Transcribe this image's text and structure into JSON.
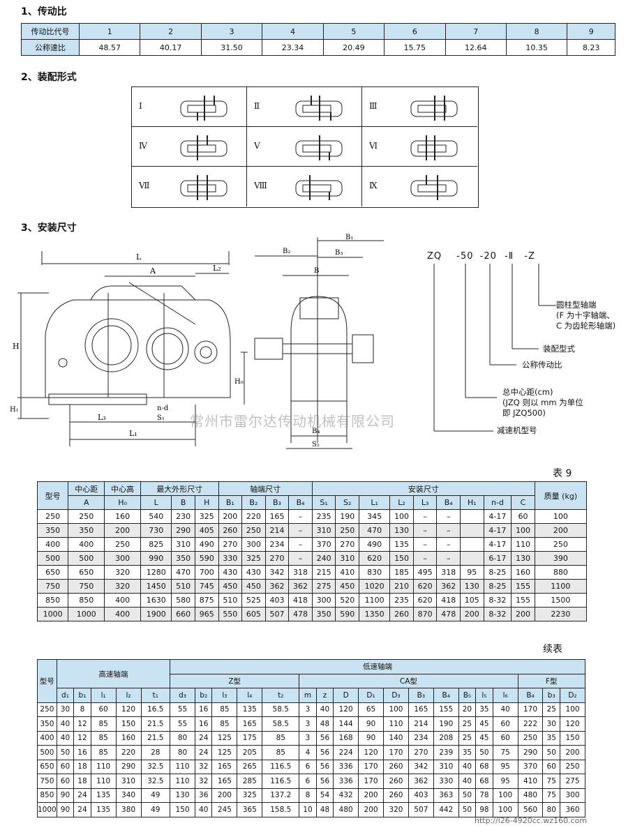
{
  "section1": {
    "title": "1、传动比",
    "row1_label": "传动比代号",
    "row2_label": "公称速比",
    "codes": [
      "1",
      "2",
      "3",
      "4",
      "5",
      "6",
      "7",
      "8",
      "9"
    ],
    "ratios": [
      "48.57",
      "40.17",
      "31.50",
      "23.34",
      "20.49",
      "15.75",
      "12.64",
      "10.35",
      "8.23"
    ]
  },
  "section2": {
    "title": "2、装配形式",
    "forms": [
      "Ⅰ",
      "Ⅱ",
      "Ⅲ",
      "Ⅳ",
      "Ⅴ",
      "Ⅵ",
      "Ⅶ",
      "Ⅷ",
      "Ⅸ"
    ]
  },
  "section3": {
    "title": "3、安装尺寸",
    "dim_labels": {
      "L": "L",
      "A": "A",
      "L2": "L₂",
      "H": "H",
      "H0": "H₀",
      "H1": "H₁",
      "L3": "L₃",
      "S1": "S₁",
      "nd": "n-d",
      "L1": "L₁",
      "B2": "B₂",
      "B1": "B₁",
      "B3": "B₃",
      "B": "B",
      "B4": "B₄",
      "S2": "S₂"
    },
    "model_code": {
      "parts": [
        "ZQ",
        "-50",
        "-20",
        "-Ⅱ",
        "-Z"
      ],
      "notes": [
        "圆柱型轴端",
        "(F 为十字轴端、",
        "C 为齿轮形轴端)",
        "装配型式",
        "公称传动比",
        "总中心距(cm)",
        "(JZQ 则以 mm 为单位",
        "即 JZQ500)",
        "减速机型号"
      ]
    }
  },
  "watermark": "常州市雷尔达传动机械有限公司",
  "table9": {
    "caption": "表 9",
    "group_headers": [
      "型号",
      "中心距",
      "中心高",
      "最大外形尺寸",
      "轴端尺寸",
      "安装尺寸",
      "质量 (kg)"
    ],
    "sub_headers": [
      "A",
      "H₀",
      "L",
      "B",
      "H",
      "B₁",
      "B₂",
      "B₃",
      "B₄",
      "S₁",
      "S₂",
      "L₁",
      "L₂",
      "L₃",
      "B₄",
      "H₁",
      "n-d",
      "C"
    ],
    "rows": [
      [
        "250",
        "250",
        "160",
        "540",
        "230",
        "325",
        "200",
        "220",
        "165",
        "–",
        "235",
        "190",
        "345",
        "100",
        "–",
        "–",
        "",
        "4-17",
        "60",
        "100"
      ],
      [
        "350",
        "350",
        "200",
        "730",
        "290",
        "405",
        "260",
        "250",
        "214",
        "–",
        "310",
        "250",
        "470",
        "130",
        "–",
        "–",
        "",
        "4-17",
        "100",
        "200"
      ],
      [
        "400",
        "400",
        "250",
        "825",
        "310",
        "490",
        "270",
        "300",
        "234",
        "–",
        "370",
        "270",
        "490",
        "135",
        "–",
        "–",
        "",
        "4-17",
        "110",
        "250"
      ],
      [
        "500",
        "500",
        "300",
        "990",
        "350",
        "590",
        "330",
        "325",
        "270",
        "–",
        "240",
        "310",
        "620",
        "150",
        "–",
        "–",
        "",
        "6-17",
        "130",
        "390"
      ],
      [
        "650",
        "650",
        "320",
        "1280",
        "470",
        "700",
        "430",
        "430",
        "342",
        "318",
        "215",
        "410",
        "830",
        "185",
        "495",
        "318",
        "95",
        "8-25",
        "160",
        "880"
      ],
      [
        "750",
        "750",
        "320",
        "1450",
        "510",
        "745",
        "450",
        "450",
        "362",
        "362",
        "275",
        "450",
        "1020",
        "210",
        "620",
        "362",
        "130",
        "8-25",
        "155",
        "1100"
      ],
      [
        "850",
        "850",
        "400",
        "1630",
        "580",
        "875",
        "510",
        "525",
        "403",
        "418",
        "300",
        "520",
        "1100",
        "235",
        "620",
        "418",
        "105",
        "8-32",
        "155",
        "1500"
      ],
      [
        "1000",
        "1000",
        "400",
        "1900",
        "660",
        "965",
        "550",
        "605",
        "507",
        "478",
        "350",
        "590",
        "1350",
        "260",
        "870",
        "478",
        "200",
        "8-32",
        "200",
        "2230"
      ]
    ]
  },
  "table10": {
    "caption": "续表",
    "h_model": "型号",
    "h_high": "高速轴端",
    "h_low": "低速轴端",
    "h_z": "Z型",
    "h_ca": "CA型",
    "h_f": "F型",
    "sub_headers": [
      "d₁",
      "b₁",
      "l₁",
      "l₂",
      "t₁",
      "d₃",
      "b₂",
      "l₃",
      "l₄",
      "t₂",
      "m",
      "z",
      "D",
      "D₁",
      "D₃",
      "B₃",
      "B₄",
      "B₅",
      "l₅",
      "l₆",
      "B₄",
      "b₃",
      "D₂"
    ],
    "rows": [
      [
        "250",
        "30",
        "8",
        "60",
        "120",
        "16.5",
        "55",
        "16",
        "85",
        "135",
        "58.5",
        "3",
        "40",
        "120",
        "65",
        "100",
        "165",
        "155",
        "20",
        "35",
        "40",
        "170",
        "25",
        "100"
      ],
      [
        "350",
        "40",
        "12",
        "85",
        "150",
        "21.5",
        "55",
        "16",
        "85",
        "165",
        "58.5",
        "3",
        "48",
        "144",
        "90",
        "110",
        "214",
        "190",
        "25",
        "45",
        "60",
        "222",
        "30",
        "120"
      ],
      [
        "400",
        "40",
        "12",
        "85",
        "160",
        "21.5",
        "80",
        "24",
        "125",
        "175",
        "85",
        "3",
        "56",
        "168",
        "90",
        "140",
        "234",
        "208",
        "25",
        "45",
        "60",
        "250",
        "35",
        "150"
      ],
      [
        "500",
        "50",
        "16",
        "85",
        "220",
        "28",
        "80",
        "24",
        "125",
        "205",
        "85",
        "4",
        "56",
        "224",
        "120",
        "170",
        "270",
        "239",
        "35",
        "50",
        "75",
        "290",
        "50",
        "200"
      ],
      [
        "650",
        "60",
        "18",
        "110",
        "290",
        "32.5",
        "110",
        "32",
        "165",
        "265",
        "116.5",
        "6",
        "56",
        "336",
        "170",
        "260",
        "342",
        "310",
        "40",
        "68",
        "95",
        "370",
        "60",
        "250"
      ],
      [
        "750",
        "60",
        "18",
        "110",
        "310",
        "32.5",
        "110",
        "32",
        "165",
        "285",
        "116.5",
        "6",
        "56",
        "336",
        "170",
        "260",
        "362",
        "330",
        "40",
        "68",
        "95",
        "410",
        "75",
        "275"
      ],
      [
        "850",
        "90",
        "24",
        "135",
        "340",
        "49",
        "130",
        "36",
        "200",
        "325",
        "137.2",
        "8",
        "54",
        "432",
        "200",
        "260",
        "403",
        "363",
        "50",
        "78",
        "100",
        "480",
        "75",
        "300"
      ],
      [
        "1000",
        "90",
        "24",
        "135",
        "380",
        "49",
        "150",
        "40",
        "245",
        "365",
        "158.5",
        "10",
        "48",
        "480",
        "200",
        "320",
        "507",
        "442",
        "50",
        "98",
        "100",
        "560",
        "80",
        "360"
      ]
    ]
  },
  "url": "http://i26-4920cc.wz160.com"
}
